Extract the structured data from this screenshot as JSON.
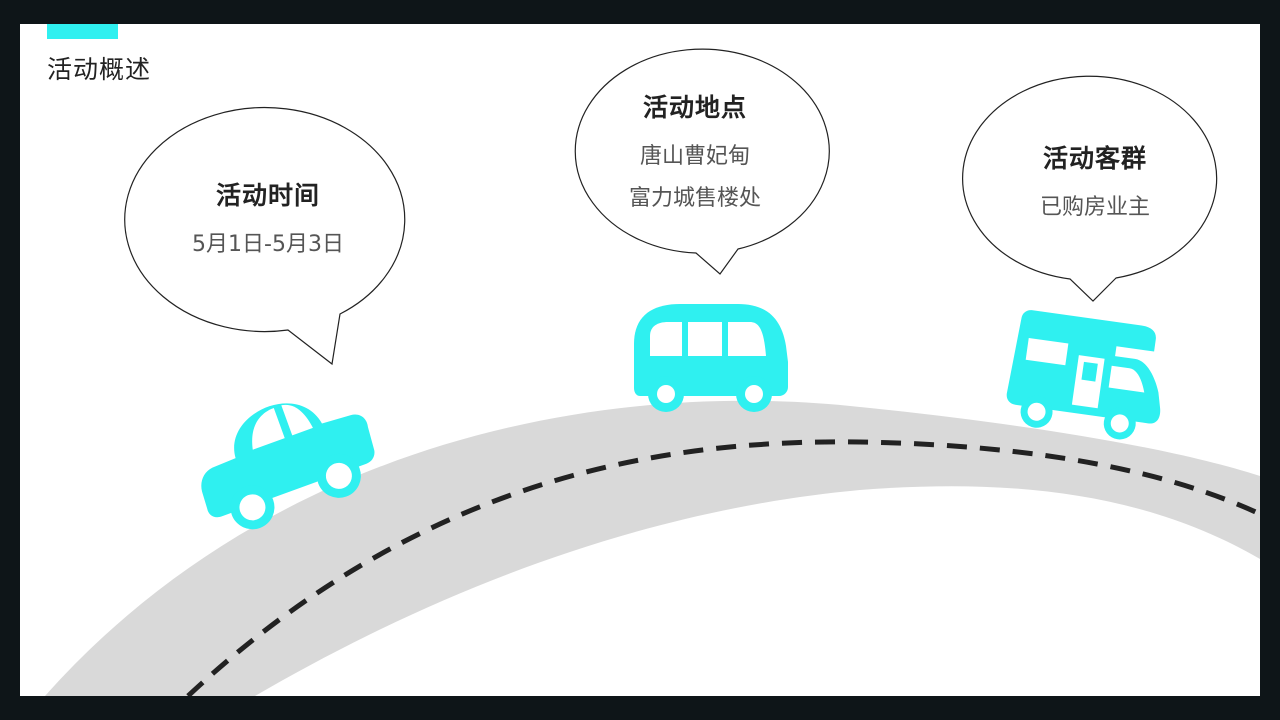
{
  "header": {
    "title": "活动概述"
  },
  "theme": {
    "accent_color": "#2ff0f0",
    "road_color": "#d9d9d9",
    "dash_color": "#222222"
  },
  "bubbles": [
    {
      "heading": "活动时间",
      "lines": [
        "5月1日-5月3日"
      ],
      "icon": "car-icon"
    },
    {
      "heading": "活动地点",
      "lines": [
        "唐山曹妃甸",
        "富力城售楼处"
      ],
      "icon": "bus-icon"
    },
    {
      "heading": "活动客群",
      "lines": [
        "已购房业主"
      ],
      "icon": "camper-van-icon"
    }
  ]
}
